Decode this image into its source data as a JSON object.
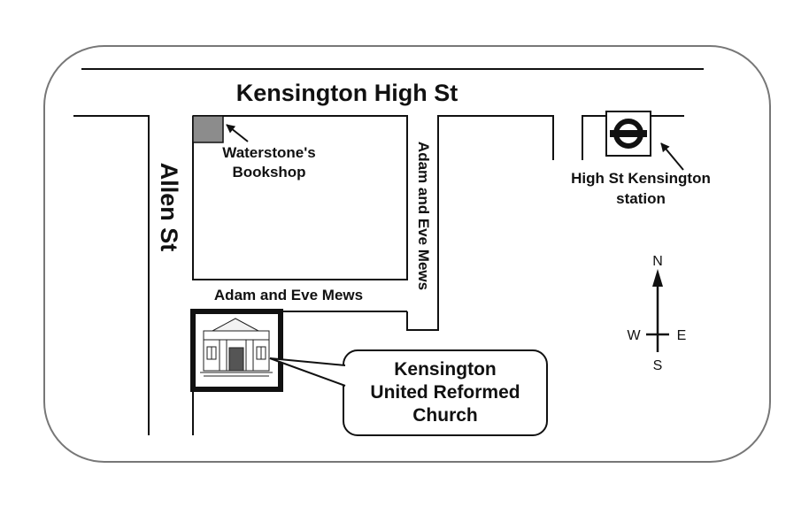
{
  "streets": {
    "main": "Kensington High St",
    "west": "Allen St",
    "mews_horizontal": "Adam and Eve Mews",
    "mews_vertical": "Adam and Eve Mews"
  },
  "landmarks": {
    "bookshop": {
      "line1": "Waterstone's",
      "line2": "Bookshop"
    },
    "station": {
      "line1": "High St Kensington",
      "line2": "station",
      "icon": "underground-roundel-icon"
    },
    "church": {
      "line1": "Kensington",
      "line2": "United Reformed",
      "line3": "Church",
      "icon": "church-building-icon"
    }
  },
  "compass": {
    "n": "N",
    "s": "S",
    "e": "E",
    "w": "W"
  },
  "colors": {
    "bookshop_fill": "#8c8c8c",
    "frame_stroke": "#777777",
    "line": "#111111"
  }
}
